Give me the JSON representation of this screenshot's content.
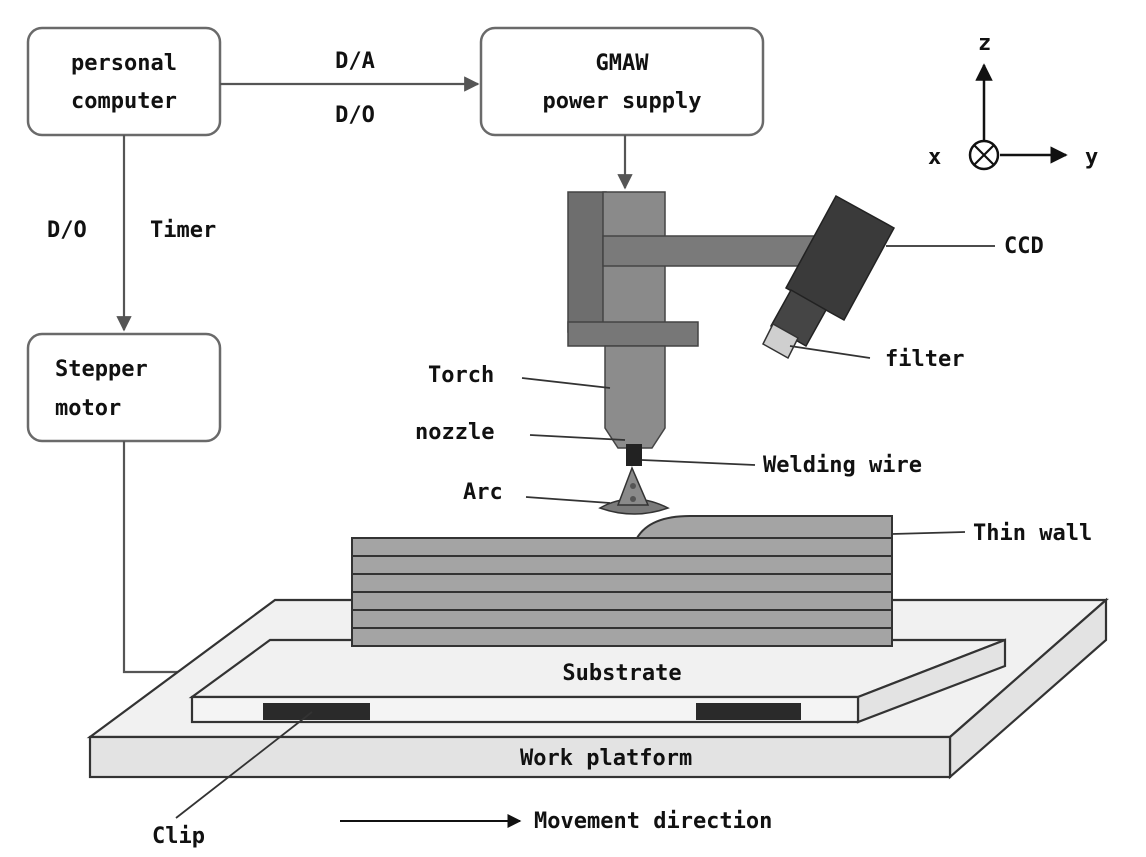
{
  "blocks": {
    "pc": {
      "line1": "personal",
      "line2": "computer"
    },
    "gmaw": {
      "line1": "GMAW",
      "line2": "power supply"
    },
    "stepper": {
      "line1": "Stepper",
      "line2": "motor"
    }
  },
  "signals": {
    "da": "D/A",
    "do_top": "D/O",
    "do_left": "D/O",
    "timer": "Timer"
  },
  "axes": {
    "z": "z",
    "x": "x",
    "y": "y"
  },
  "components": {
    "ccd": "CCD",
    "filter": "filter",
    "torch": "Torch",
    "nozzle": "nozzle",
    "welding_wire": "Welding wire",
    "arc": "Arc",
    "thin_wall": "Thin wall",
    "substrate": "Substrate",
    "work_platform": "Work platform",
    "clip": "Clip",
    "movement": "Movement direction"
  },
  "colors": {
    "torch_body": "#8a8a8a",
    "torch_dark": "#6e6e6e",
    "camera": "#3a3a3a",
    "layer_fill": "#a4a4a4"
  }
}
